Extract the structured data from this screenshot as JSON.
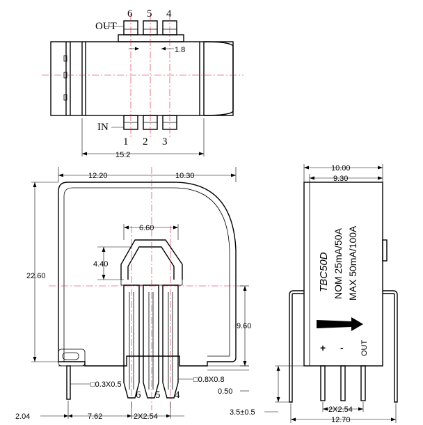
{
  "top_view": {
    "out_label": "OUT",
    "in_label": "IN",
    "pins_top": [
      "6",
      "5",
      "4"
    ],
    "pins_bottom": [
      "1",
      "2",
      "3"
    ],
    "dim_pin_gap": "1.8",
    "dim_width": "15.2"
  },
  "front_view": {
    "dim_left": "12.20",
    "dim_right": "10.30",
    "dim_height": "22.60",
    "dim_loop_width": "6.60",
    "dim_loop_height": "4.40",
    "dim_pin_height": "9.60",
    "note_left_pin": "□0.3X0.5",
    "note_pins": "□0.8X0.8",
    "dim_pin_len": "0.50",
    "pin_numbers": [
      "6",
      "5",
      "4"
    ],
    "dim_edge": "2.04",
    "dim_offset": "7.62",
    "dim_pitch": "2X2.54"
  },
  "side_view": {
    "dim_outer": "10.00",
    "dim_inner": "9.30",
    "model": "TBC50D",
    "nom_line": "NOM  25mA/50A",
    "max_line": "MAX  50mA/100A",
    "plus": "+",
    "minus": "-",
    "out": "OUT",
    "dim_standoff": "3.5±0.5",
    "dim_pitch": "2X2.54",
    "dim_width": "12.70"
  }
}
